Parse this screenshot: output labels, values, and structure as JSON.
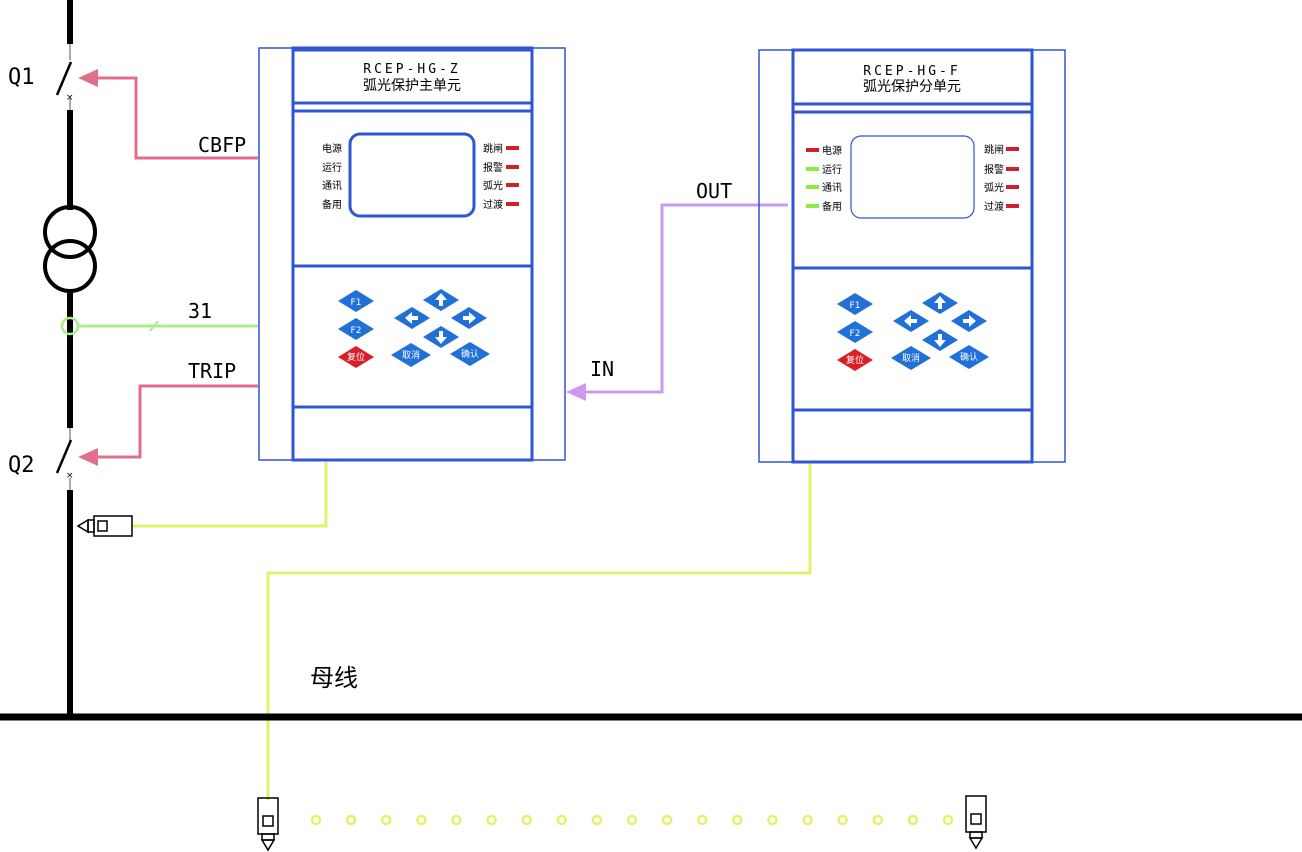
{
  "colors": {
    "frame": "#2f55d4",
    "signal_red": "#e0708a",
    "signal_green": "#a8ee90",
    "signal_purple": "#cc99ee",
    "fiber_yellow": "#e4f06a",
    "led_red": "#d0202a",
    "led_green": "#88ee44",
    "key_blue": "#2070d8",
    "key_red": "#d82028",
    "line_black": "#000000"
  },
  "breakers": {
    "q1": "Q1",
    "q2": "Q2"
  },
  "signals": {
    "cbfp": "CBFP",
    "s31": "31",
    "trip": "TRIP",
    "out": "OUT",
    "in": "IN"
  },
  "busbar": {
    "label": "母线"
  },
  "main_unit": {
    "model": "RCEP-HG-Z",
    "name": "弧光保护主单元",
    "left_indicators": [
      "电源",
      "运行",
      "通讯",
      "备用"
    ],
    "right_indicators": [
      "跳闸",
      "报警",
      "弧光",
      "过渡"
    ],
    "keys": {
      "f1": "F1",
      "f2": "F2",
      "reset": "复位",
      "cancel": "取消",
      "confirm": "确认"
    }
  },
  "sub_unit": {
    "model": "RCEP-HG-F",
    "name": "弧光保护分单元",
    "left_indicators": [
      "电源",
      "运行",
      "通讯",
      "备用"
    ],
    "left_led_colors": [
      "red",
      "green",
      "green",
      "green"
    ],
    "right_indicators": [
      "跳闸",
      "报警",
      "弧光",
      "过渡"
    ],
    "keys": {
      "f1": "F1",
      "f2": "F2",
      "reset": "复位",
      "cancel": "取消",
      "confirm": "确认"
    }
  },
  "icons": {
    "arrow_keys": [
      "up-arrow-icon",
      "left-arrow-icon",
      "right-arrow-icon",
      "down-arrow-icon"
    ],
    "sensor": "arc-sensor-icon",
    "transformer": "transformer-icon",
    "breaker": "breaker-switch-icon"
  },
  "sensor_chain": {
    "dot_count": 19
  }
}
